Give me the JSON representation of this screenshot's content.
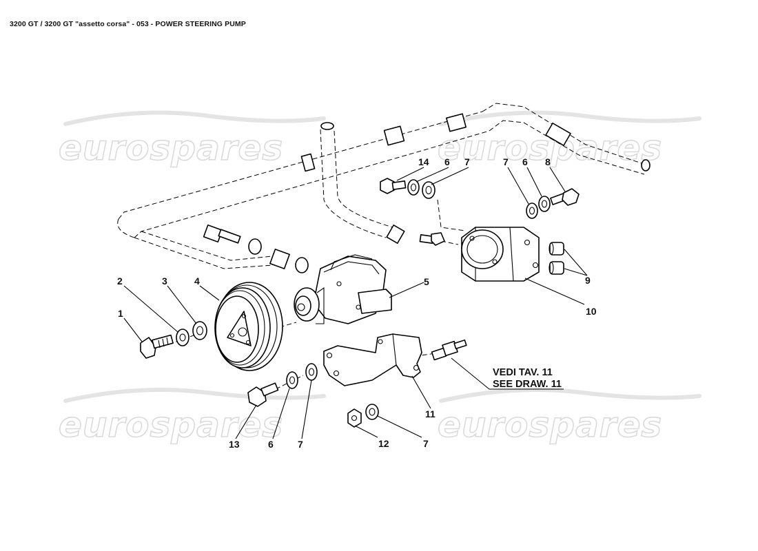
{
  "title": "3200 GT / 3200 GT \"assetto corsa\" - 053 - POWER STEERING PUMP",
  "watermark": "eurospares",
  "callouts": {
    "c1": "1",
    "c2": "2",
    "c3": "3",
    "c4": "4",
    "c5": "5",
    "c6a": "6",
    "c6b": "6",
    "c6c": "6",
    "c7a": "7",
    "c7b": "7",
    "c7c": "7",
    "c7d": "7",
    "c8": "8",
    "c9": "9",
    "c10": "10",
    "c11": "11",
    "c12": "12",
    "c13": "13",
    "c14": "14"
  },
  "reference": {
    "line1": "VEDI TAV. 11",
    "line2": "SEE DRAW. 11"
  }
}
